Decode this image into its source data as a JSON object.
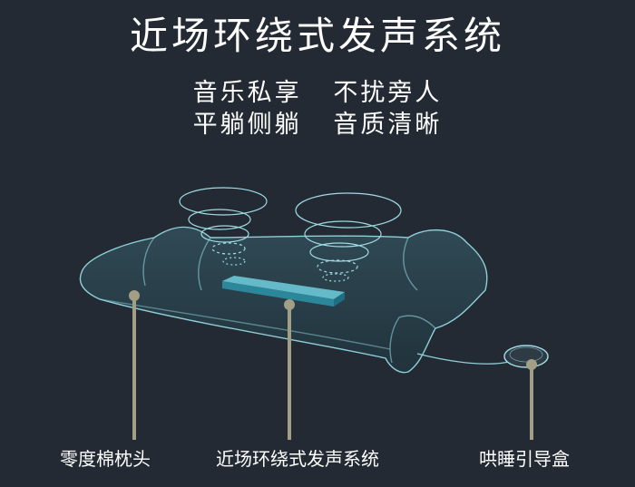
{
  "headline": "近场环绕式发声系统",
  "tagline": {
    "line1": "音乐私享   不扰旁人",
    "line2": "平躺侧躺   音质清晰"
  },
  "callouts": [
    {
      "label": "零度棉枕头"
    },
    {
      "label": "近场环绕式发声系统"
    },
    {
      "label": "哄睡引导盒"
    }
  ],
  "colors": {
    "background": "#232a33",
    "pillow_outline": "#8ecfd8",
    "sound_waves": "#9fdce4",
    "speaker_bar": "#4fb6c8",
    "pointer": "#a39e86"
  }
}
